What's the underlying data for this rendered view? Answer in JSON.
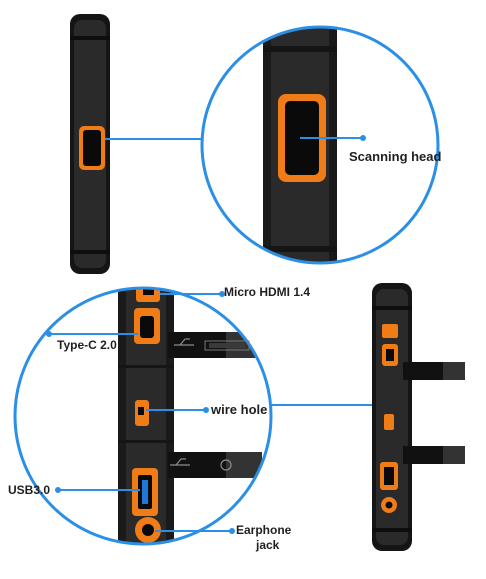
{
  "labels": {
    "scanning_head": "Scanning head",
    "micro_hdmi": "Micro HDMI 1.4",
    "type_c": "Type-C 2.0",
    "wire_hole": "wire hole",
    "usb3": "USB3.0",
    "earphone_line1": "Earphone",
    "earphone_line2": "jack"
  },
  "colors": {
    "accent_orange": "#f07c18",
    "callout_blue": "#2b8fe6",
    "device_body": "#2a2a2a",
    "device_edge": "#151515"
  },
  "icons": [
    "usb-symbol-icon",
    "hdmi-symbol-icon",
    "headphone-symbol-icon"
  ]
}
